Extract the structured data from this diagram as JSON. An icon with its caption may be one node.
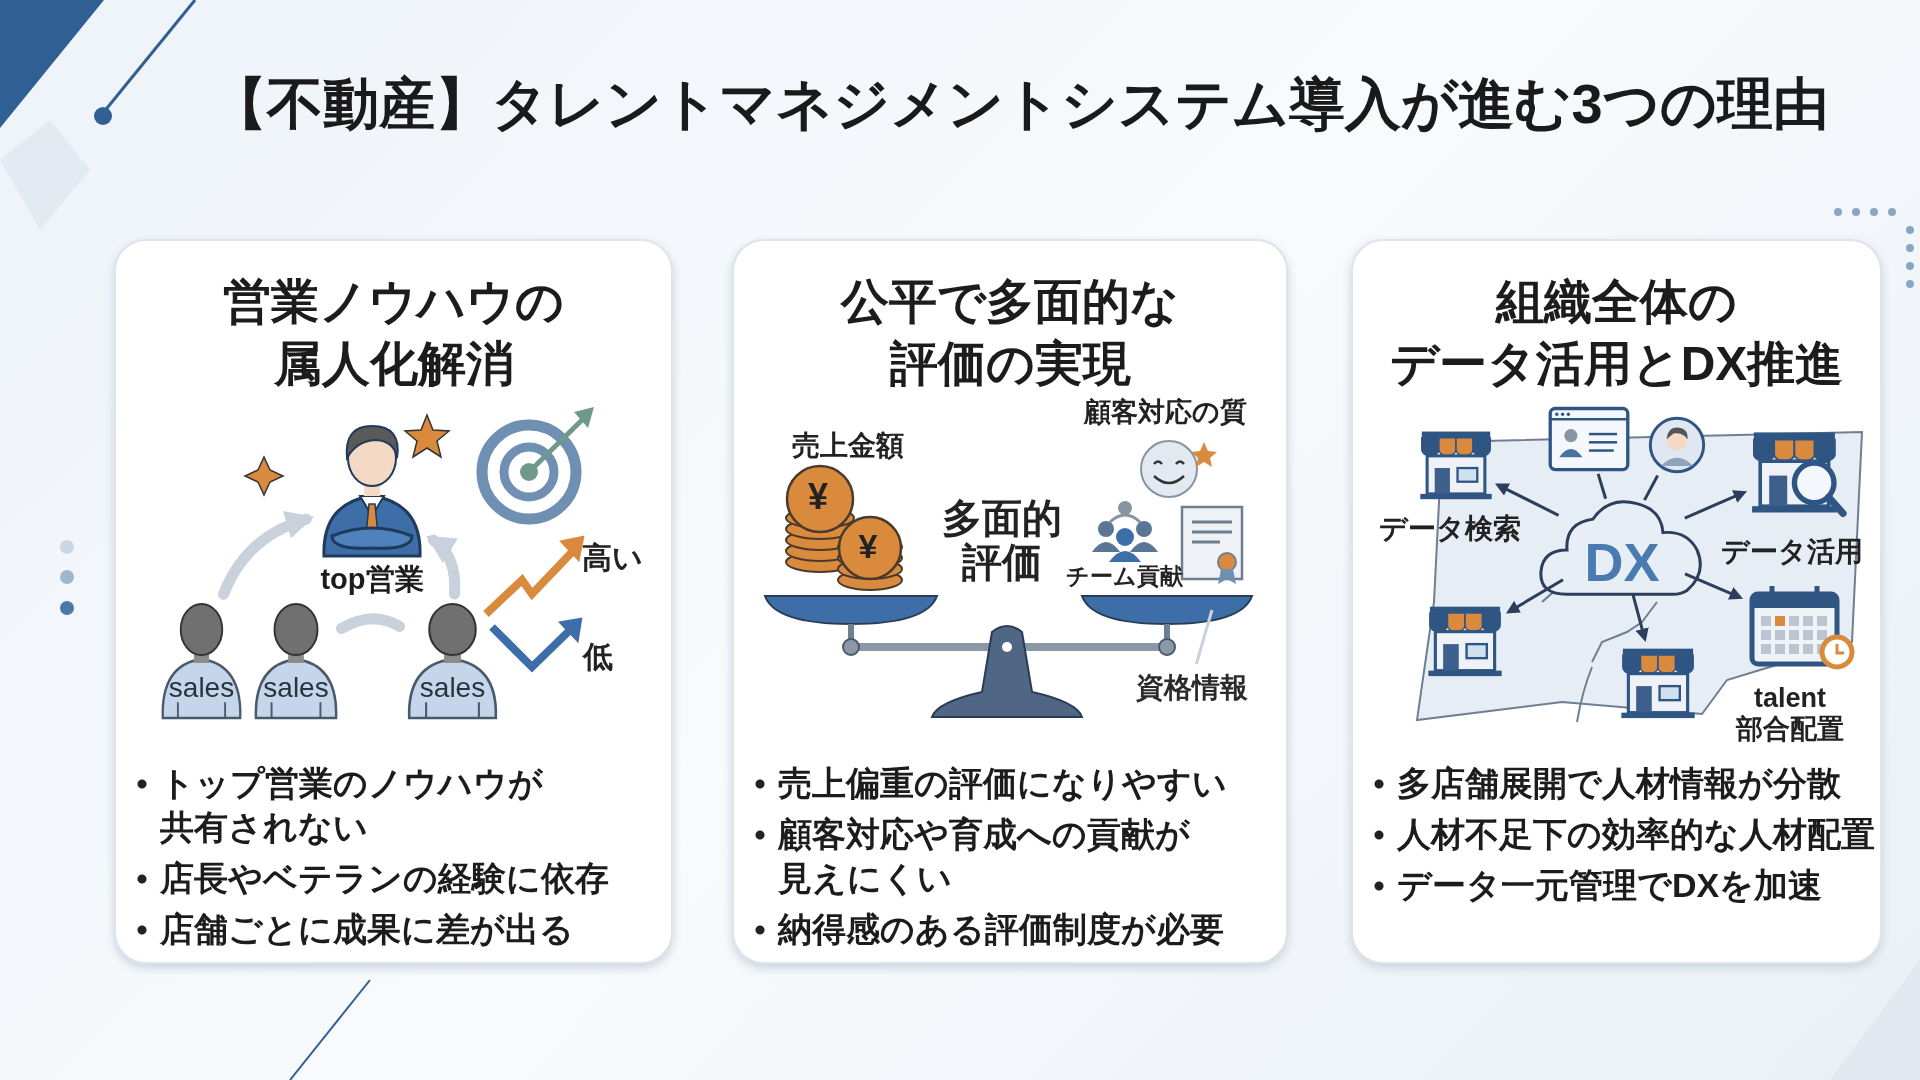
{
  "diagram": {
    "title": "【不動産】タレントマネジメントシステム導入が進む3つの理由",
    "nodes": [
      {
        "text": [
          "営業ノウハウの属人化解消",
          "トップ営業のノウハウが共有されない",
          "店長やベテランの経験に依存",
          "店舗ごとに成果に差が出る"
        ]
      },
      {
        "text": [
          "top営業"
        ],
        "in": 0
      },
      {
        "text": [
          "sales"
        ],
        "in": 0
      },
      {
        "text": [
          "sales"
        ],
        "in": 0
      },
      {
        "text": [
          "sales"
        ],
        "in": 0
      },
      {
        "text": [
          "公平で多面的な評価の実現",
          "売上偏重の評価になりやすい",
          "顧客対応や育成への貢献が見えにくい",
          "納得感のある評価制度が必要"
        ]
      },
      {
        "text": [
          "資格情報"
        ],
        "in": 5
      },
      {
        "text": [
          "組織全体のデータ活用とDX推進",
          "多店舗展開で人材情報が分散",
          "人材不足下の効率的な人材配置",
          "データ一元管理でDXを加速"
        ]
      },
      {
        "text": [
          "DX"
        ],
        "in": 7
      },
      {
        "text": [],
        "shape": "picture",
        "in": 7
      },
      {
        "text": [],
        "shape": "picture",
        "in": 7
      },
      {
        "text": [],
        "shape": "picture",
        "in": 7
      },
      {
        "text": [],
        "shape": "picture",
        "in": 7
      },
      {
        "text": [],
        "shape": "picture",
        "in": 7
      },
      {
        "text": [],
        "shape": "picture",
        "in": 7
      },
      {
        "text": [],
        "shape": "picture",
        "in": 7
      }
    ],
    "edges": [
      {
        "from": 2,
        "to": 1,
        "arrow": "to",
        "style": "thick",
        "color": "#c8d1dc"
      },
      {
        "from": 3,
        "to": 4,
        "arrow": "none",
        "style": "thick",
        "color": "#c8d1dc"
      },
      {
        "from": 4,
        "to": 1,
        "arrow": "to",
        "style": "thick",
        "color": "#c8d1dc"
      },
      {
        "from": 6,
        "to": null,
        "arrow": "none",
        "color": "#c8d1dc"
      },
      {
        "from": 8,
        "to": 9,
        "arrow": "to"
      },
      {
        "from": 10,
        "to": 8,
        "arrow": "none"
      },
      {
        "from": 11,
        "to": 8,
        "arrow": "none"
      },
      {
        "from": 8,
        "to": 12,
        "arrow": "to"
      },
      {
        "from": 8,
        "to": 13,
        "arrow": "to"
      },
      {
        "from": 8,
        "to": 14,
        "arrow": "to"
      },
      {
        "from": 8,
        "to": 15,
        "arrow": "to"
      }
    ],
    "labels": [
      "高い",
      "低",
      "売上金額",
      "¥",
      "¥",
      "顧客対応の質",
      "多面的評価",
      "チーム貢献",
      "データ検索",
      "データ活用",
      "talent 部合配置"
    ]
  }
}
